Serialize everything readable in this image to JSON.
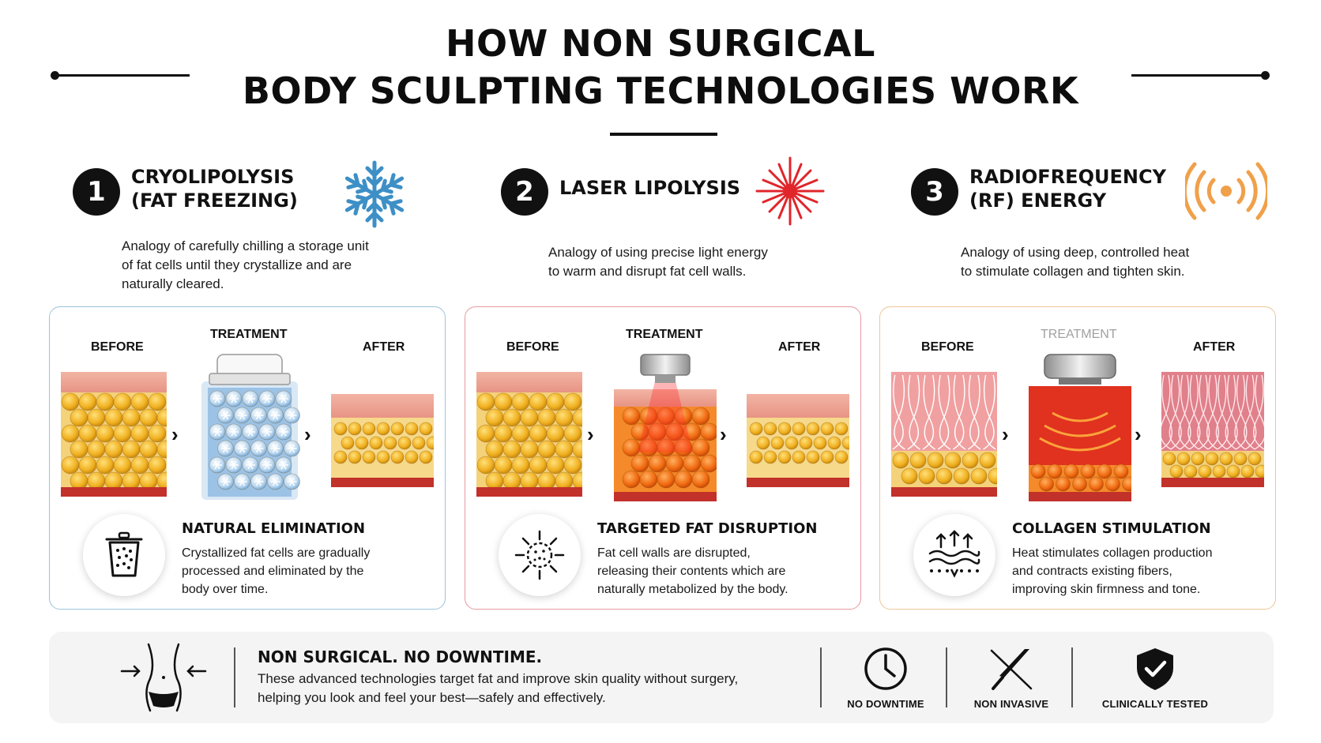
{
  "header": {
    "title_line1": "HOW NON SURGICAL",
    "title_line2": "BODY SCULPTING TECHNOLOGIES WORK"
  },
  "technologies": [
    {
      "number": "1",
      "name_line1": "CRYOLIPOLYSIS",
      "name_line2": "(FAT FREEZING)",
      "icon": "snowflake-icon",
      "accent": "#3d8fc6",
      "description_lines": [
        "Analogy of carefully chilling a storage unit",
        "of fat cells until they crystallize and are",
        "naturally cleared."
      ],
      "stages": {
        "before": "BEFORE",
        "treatment": "TREATMENT",
        "after": "AFTER"
      },
      "result_icon": "trash-bin-icon",
      "result_title": "NATURAL ELIMINATION",
      "result_lines": [
        "Crystallized fat cells are gradually",
        "processed and eliminated by the",
        "body over time."
      ]
    },
    {
      "number": "2",
      "name_line1": "LASER LIPOLYSIS",
      "name_line2": "",
      "icon": "laser-burst-icon",
      "accent": "#e0262b",
      "description_lines": [
        "Analogy of using precise light energy",
        "to warm and disrupt fat cell walls."
      ],
      "stages": {
        "before": "BEFORE",
        "treatment": "TREATMENT",
        "after": "AFTER"
      },
      "result_icon": "burst-cell-icon",
      "result_title": "TARGETED FAT DISRUPTION",
      "result_lines": [
        "Fat cell walls are disrupted,",
        "releasing their contents which are",
        "naturally metabolized by the body."
      ]
    },
    {
      "number": "3",
      "name_line1": "RADIOFREQUENCY",
      "name_line2": "(RF) ENERGY",
      "icon": "radio-waves-icon",
      "accent": "#f0a04b",
      "description_lines": [
        "Analogy of using deep, controlled heat",
        "to stimulate collagen and tighten skin."
      ],
      "stages": {
        "before": "BEFORE",
        "treatment": "TREATMENT",
        "after": "AFTER"
      },
      "result_icon": "collagen-waves-icon",
      "result_title": "COLLAGEN STIMULATION",
      "result_lines": [
        "Heat stimulates collagen production",
        "and contracts existing fibers,",
        "improving skin firmness and tone."
      ]
    }
  ],
  "footer": {
    "icon": "waist-slimming-icon",
    "title": "NON SURGICAL. NO DOWNTIME.",
    "text_lines": [
      "These advanced technologies target fat and improve skin quality without surgery,",
      "helping you look and feel your best—safely and effectively."
    ],
    "badges": [
      {
        "label": "NO DOWNTIME",
        "icon": "clock-icon"
      },
      {
        "label": "NON INVASIVE",
        "icon": "scalpel-crossed-icon"
      },
      {
        "label": "CLINICALLY TESTED",
        "icon": "shield-check-icon"
      }
    ]
  }
}
